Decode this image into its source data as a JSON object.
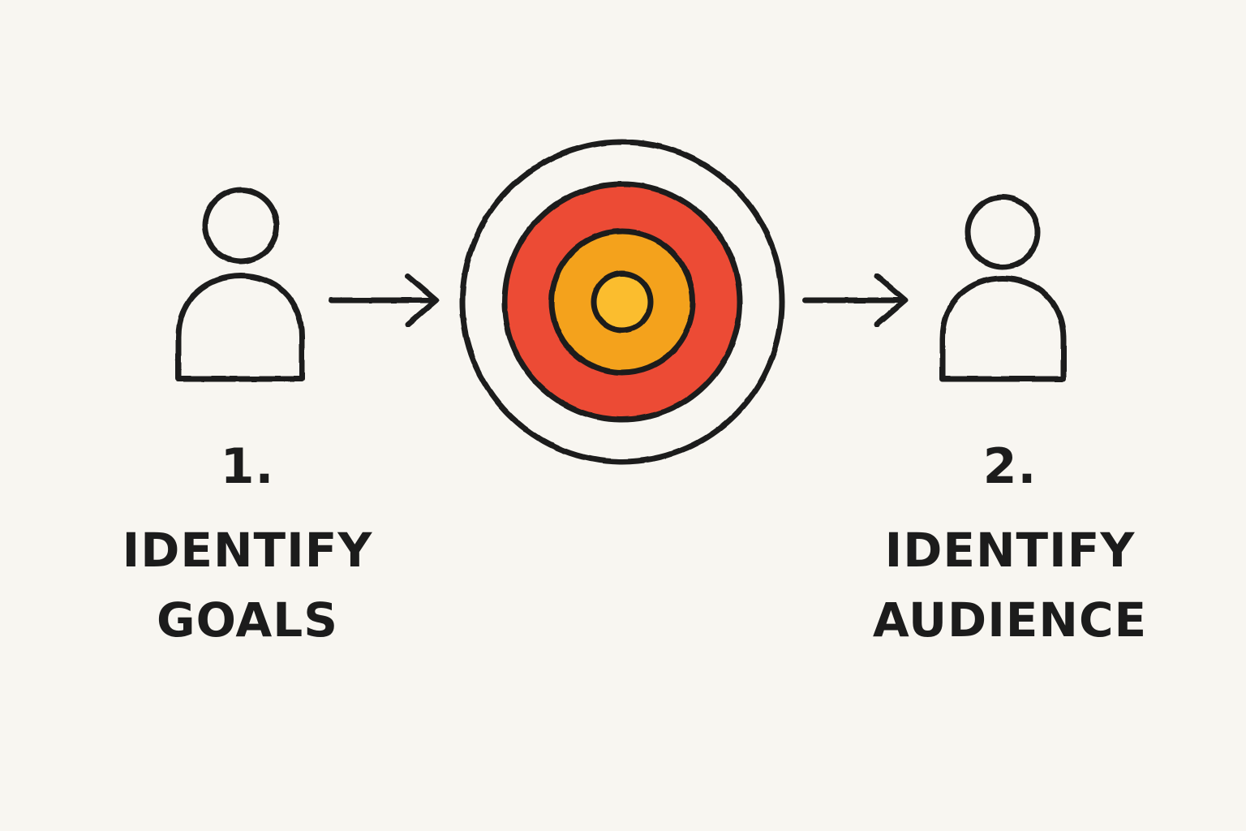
{
  "steps": [
    {
      "number": "1.",
      "lines": [
        "IDENTIFY",
        "GOALS"
      ]
    },
    {
      "number": "2.",
      "lines": [
        "IDENTIFY",
        "AUDIENCE"
      ]
    }
  ],
  "icons": {
    "left_person": "person-icon",
    "right_person": "person-icon",
    "target": "target-icon",
    "left_arrow": "arrow-right-icon",
    "right_arrow": "arrow-right-icon"
  },
  "colors": {
    "background": "#f8f6f1",
    "stroke": "#1c1c1c",
    "target_outer_ring": "#ec4b36",
    "target_middle_ring": "#f4a21c",
    "target_center": "#fbbd2d"
  }
}
